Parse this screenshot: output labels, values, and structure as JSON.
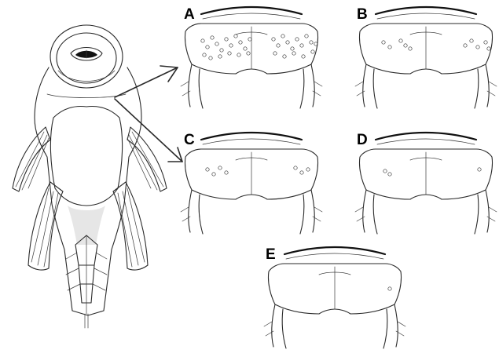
{
  "figure": {
    "panels": [
      {
        "id": "A",
        "label": "A",
        "odontode_density": "many"
      },
      {
        "id": "B",
        "label": "B",
        "odontode_density": "moderate"
      },
      {
        "id": "C",
        "label": "C",
        "odontode_density": "few"
      },
      {
        "id": "D",
        "label": "D",
        "odontode_density": "very-few"
      },
      {
        "id": "E",
        "label": "E",
        "odontode_density": "single"
      }
    ],
    "arrow_color": "#111111",
    "line_color": "#2a2a2a",
    "shade_color": "#e6e6e6"
  }
}
